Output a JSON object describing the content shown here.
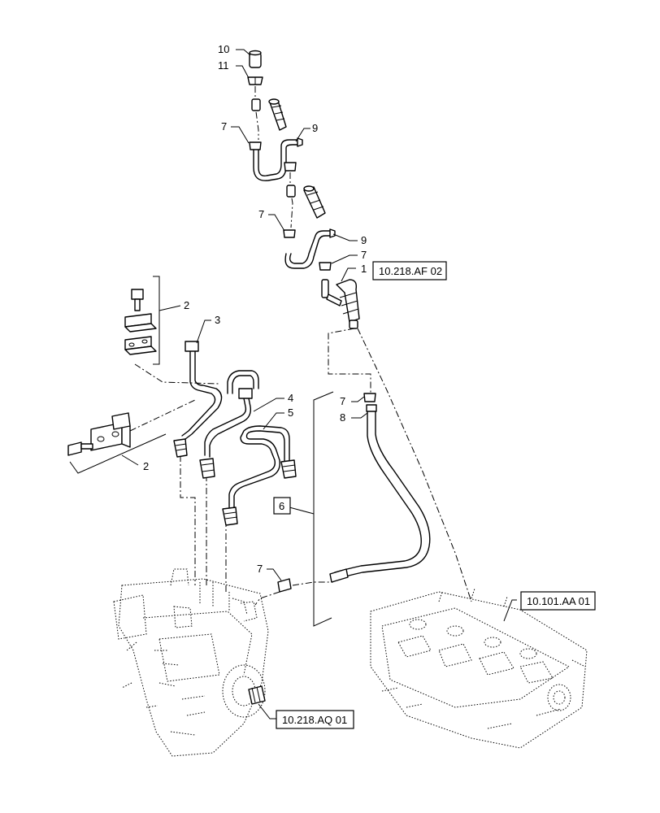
{
  "callouts": {
    "c1": "1",
    "c2a": "2",
    "c2b": "2",
    "c3": "3",
    "c4": "4",
    "c5": "5",
    "c6": "6",
    "c7a": "7",
    "c7b": "7",
    "c7c": "7",
    "c7d": "7",
    "c7e": "7",
    "c8": "8",
    "c9a": "9",
    "c9b": "9",
    "c10": "10",
    "c11": "11"
  },
  "references": {
    "injector_ref": "10.218.AF 02",
    "head_ref": "10.101.AA 01",
    "pump_ref": "10.218.AQ 01"
  }
}
